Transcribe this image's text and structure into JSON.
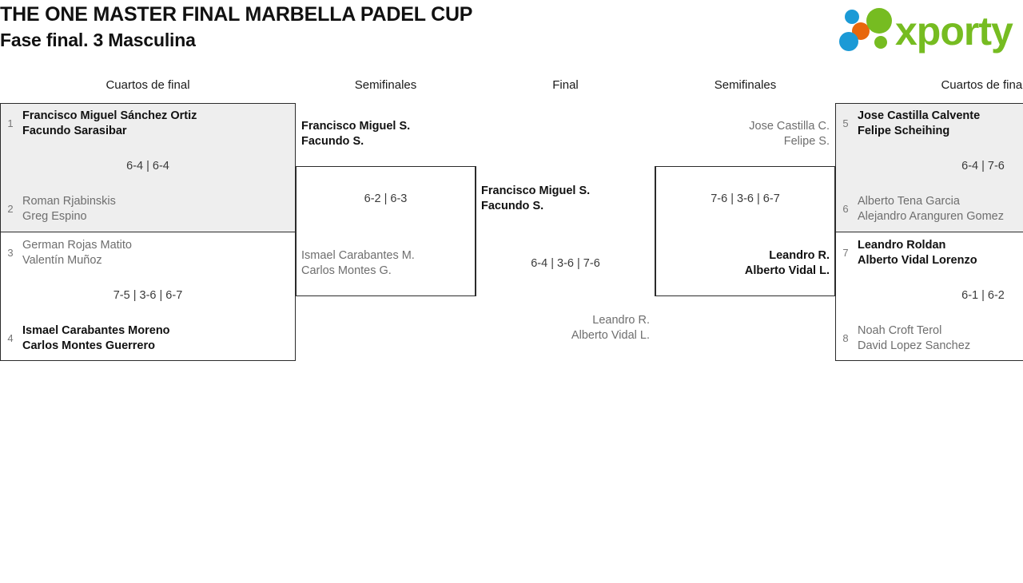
{
  "header": {
    "title_line1": "THE ONE MASTER FINAL MARBELLA PADEL CUP",
    "title_line2": "Fase final. 3 Masculina",
    "logo_text": "xporty"
  },
  "columns": {
    "qf_left": "Cuartos de final",
    "sf_left": "Semifinales",
    "final": "Final",
    "sf_right": "Semifinales",
    "qf_right": "Cuartos de final"
  },
  "colors": {
    "shaded_box": "#eeeeee",
    "border": "#2b2b2b",
    "winner_text": "#111111",
    "loser_text": "#6e6e6e",
    "seed_text": "#777777",
    "logo_green": "#76bc21",
    "logo_blue": "#1b9ad6",
    "logo_orange": "#e8670c"
  },
  "bracket": {
    "quarterfinals_left": [
      {
        "highlighted": true,
        "score": "6-4 | 6-4",
        "top": {
          "seed": "1",
          "player1": "Francisco Miguel Sánchez Ortiz",
          "player2": "Facundo Sarasibar",
          "result": "winner"
        },
        "bottom": {
          "seed": "2",
          "player1": "Roman Rjabinskis",
          "player2": "Greg Espino",
          "result": "loser"
        }
      },
      {
        "highlighted": false,
        "score": "7-5 | 3-6 | 6-7",
        "top": {
          "seed": "3",
          "player1": "German Rojas Matito",
          "player2": "Valentín Muñoz",
          "result": "loser"
        },
        "bottom": {
          "seed": "4",
          "player1": "Ismael Carabantes Moreno",
          "player2": "Carlos Montes Guerrero",
          "result": "winner"
        }
      }
    ],
    "semifinal_left": {
      "score": "6-2 | 6-3",
      "top": {
        "player1": "Francisco Miguel S.",
        "player2": "Facundo S.",
        "result": "winner"
      },
      "bottom": {
        "player1": "Ismael Carabantes M.",
        "player2": "Carlos Montes G.",
        "result": "loser"
      }
    },
    "final": {
      "score": "6-4 | 3-6 | 7-6",
      "top": {
        "player1": "Francisco Miguel S.",
        "player2": "Facundo S.",
        "result": "winner"
      },
      "bottom": {
        "player1": "Leandro R.",
        "player2": "Alberto Vidal L.",
        "result": "loser"
      }
    },
    "semifinal_right": {
      "score": "7-6 | 3-6 | 6-7",
      "top": {
        "player1": "Jose Castilla C.",
        "player2": "Felipe S.",
        "result": "loser"
      },
      "bottom": {
        "player1": "Leandro R.",
        "player2": "Alberto Vidal L.",
        "result": "winner"
      }
    },
    "quarterfinals_right": [
      {
        "highlighted": true,
        "score": "6-4 | 7-6",
        "top": {
          "seed": "5",
          "player1": "Jose Castilla Calvente",
          "player2": "Felipe Scheihing",
          "result": "winner"
        },
        "bottom": {
          "seed": "6",
          "player1": "Alberto Tena Garcia",
          "player2": "Alejandro Aranguren Gomez",
          "result": "loser"
        }
      },
      {
        "highlighted": false,
        "score": "6-1 | 6-2",
        "top": {
          "seed": "7",
          "player1": "Leandro Roldan",
          "player2": "Alberto Vidal Lorenzo",
          "result": "winner"
        },
        "bottom": {
          "seed": "8",
          "player1": "Noah Croft Terol",
          "player2": "David Lopez Sanchez",
          "result": "loser"
        }
      }
    ]
  }
}
